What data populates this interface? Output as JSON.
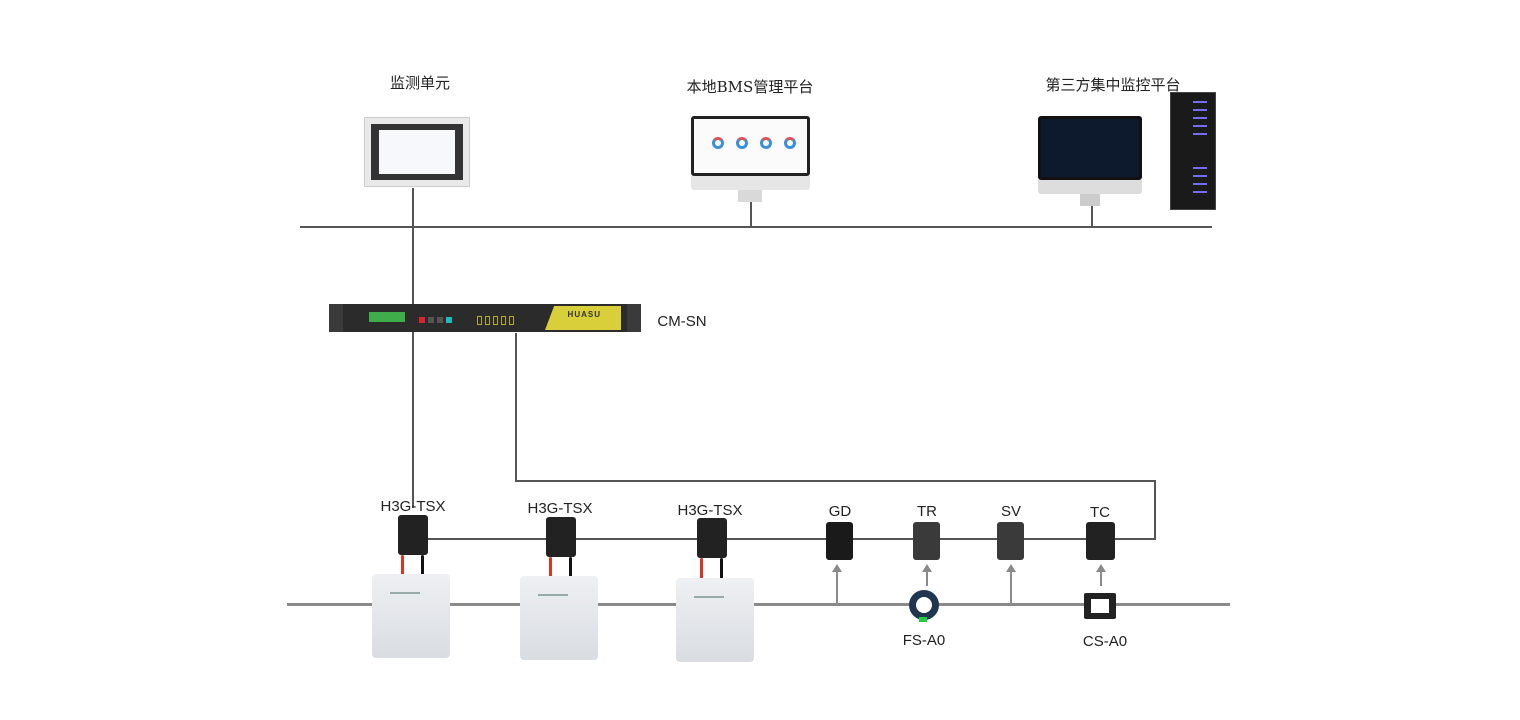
{
  "top_tier": {
    "monitor_unit": {
      "label": "监测单元"
    },
    "local_bms": {
      "label": "本地BMS管理平台"
    },
    "third_party": {
      "label": "第三方集中监控平台"
    }
  },
  "controller": {
    "label": "CM-SN",
    "brand": "HUASU"
  },
  "battery_modules": [
    {
      "label": "H3G-TSX"
    },
    {
      "label": "H3G-TSX"
    },
    {
      "label": "H3G-TSX"
    }
  ],
  "bus_modules": [
    {
      "label": "GD"
    },
    {
      "label": "TR"
    },
    {
      "label": "SV"
    },
    {
      "label": "TC"
    }
  ],
  "sensors": [
    {
      "label": "FS-A0"
    },
    {
      "label": "CS-A0"
    }
  ]
}
